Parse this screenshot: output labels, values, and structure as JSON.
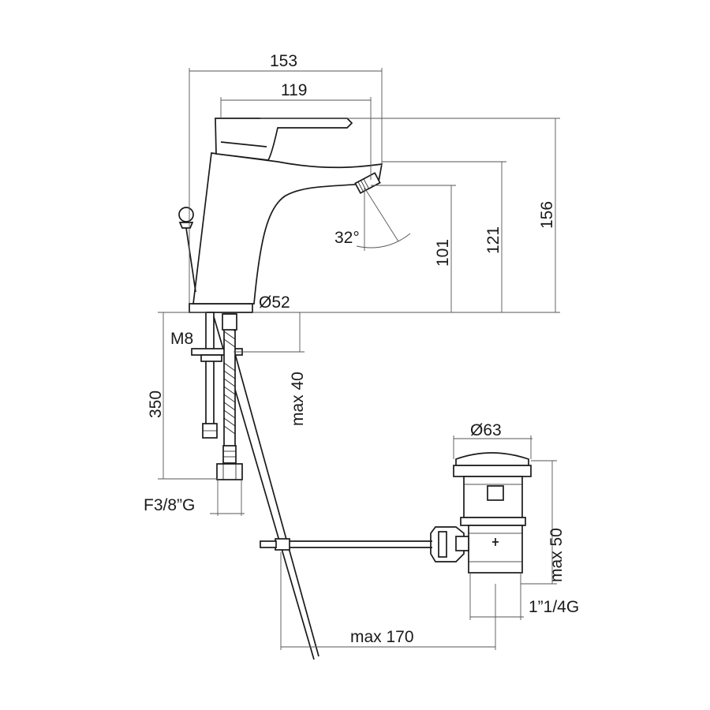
{
  "dimensions": {
    "overall_length": "153",
    "spout_length": "119",
    "overall_height": "156",
    "spout_top_height": "121",
    "spout_outlet_height": "101",
    "spray_angle": "32°",
    "base_diameter": "Ø52",
    "thread": "M8",
    "hose_length": "350",
    "max_deck_thickness": "max 40",
    "hose_connection": "F3/8”G",
    "waste_cap_diameter": "Ø63",
    "waste_max_thickness": "max 50",
    "waste_thread": "1”1/4G",
    "rod_max_length": "max 170"
  }
}
